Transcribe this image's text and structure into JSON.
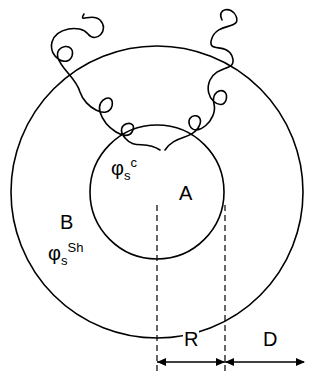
{
  "diagram": {
    "nodes": [
      {
        "text": [
          "B",
          "φsSh"
        ]
      },
      {
        "text": [
          "A",
          "φsc"
        ],
        "in": 0
      }
    ],
    "labels": [
      "R",
      "D"
    ]
  }
}
